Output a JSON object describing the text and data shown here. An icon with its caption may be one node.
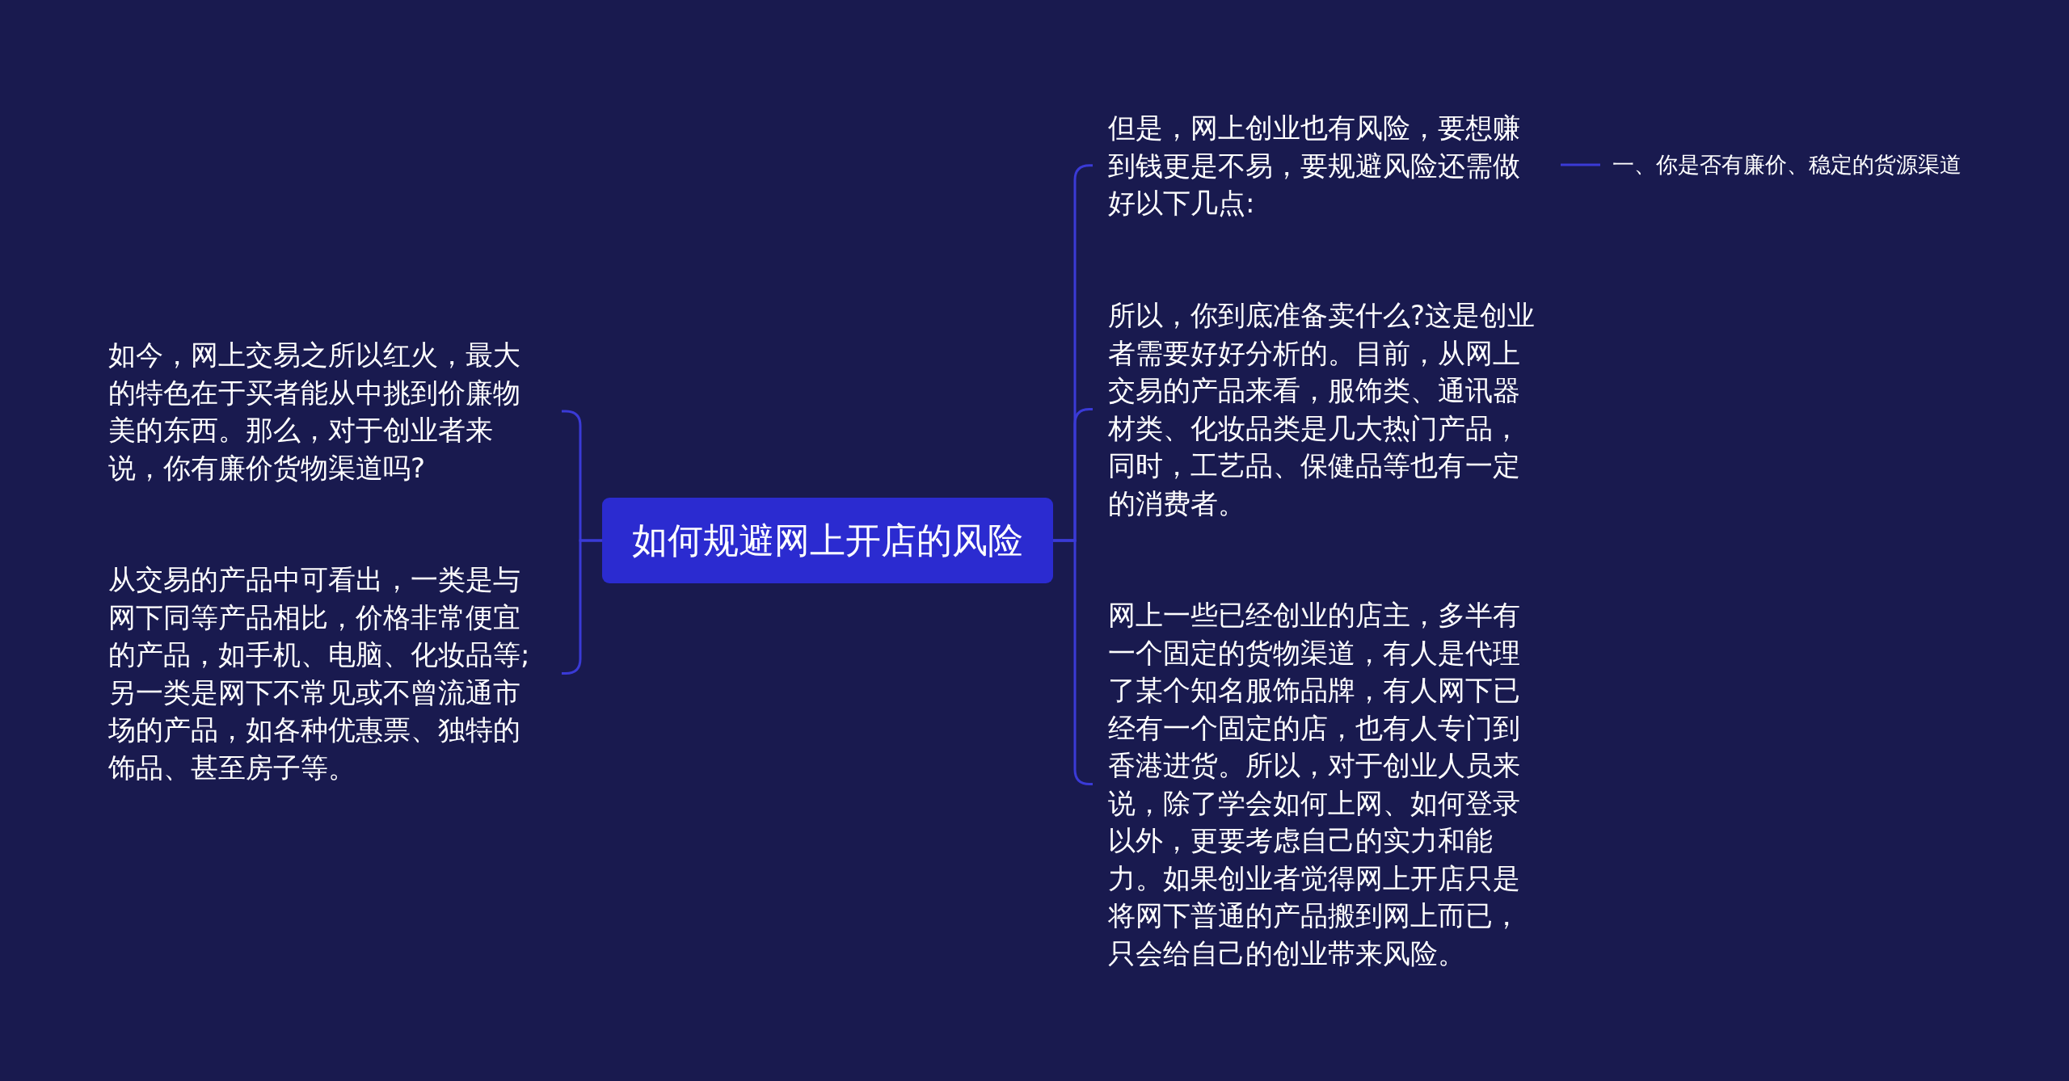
{
  "diagram": {
    "nodes": [
      {
        "text": [
          "如何规避网上开店的风险"
        ]
      },
      {
        "text": [
          "如今，网上交易之所以红火，最大的特色在于买者能从中挑到价廉物美的东西。那么，对于创业者来说，你有廉价货物渠道吗?"
        ]
      },
      {
        "text": [
          "从交易的产品中可看出，一类是与网下同等产品相比，价格非常便宜的产品，如手机、电脑、化妆品等;另一类是网下不常见或不曾流通市场的产品，如各种优惠票、独特的饰品、甚至房子等。"
        ]
      },
      {
        "text": [
          "但是，网上创业也有风险，要想赚到钱更是不易，要规避风险还需做好以下几点:"
        ]
      },
      {
        "text": [
          "所以，你到底准备卖什么?这是创业者需要好好分析的。目前，从网上交易的产品来看，服饰类、通讯器材类、化妆品类是几大热门产品，同时，工艺品、保健品等也有一定的消费者。"
        ]
      },
      {
        "text": [
          "网上一些已经创业的店主，多半有一个固定的货物渠道，有人是代理了某个知名服饰品牌，有人网下已经有一个固定的店，也有人专门到香港进货。所以，对于创业人员来说，除了学会如何上网、如何登录以外，更要考虑自己的实力和能力。如果创业者觉得网上开店只是将网下普通的产品搬到网上而已，只会给自己的创业带来风险。"
        ]
      },
      {
        "text": [
          "一、你是否有廉价、稳定的货源渠道"
        ]
      }
    ],
    "edges": [
      {
        "from": 0,
        "to": 1,
        "arrow": "none"
      },
      {
        "from": 0,
        "to": 2,
        "arrow": "none"
      },
      {
        "from": 0,
        "to": 3,
        "arrow": "none"
      },
      {
        "from": 0,
        "to": 4,
        "arrow": "none"
      },
      {
        "from": 0,
        "to": 5,
        "arrow": "none"
      },
      {
        "from": 3,
        "to": 6,
        "arrow": "none"
      }
    ]
  }
}
